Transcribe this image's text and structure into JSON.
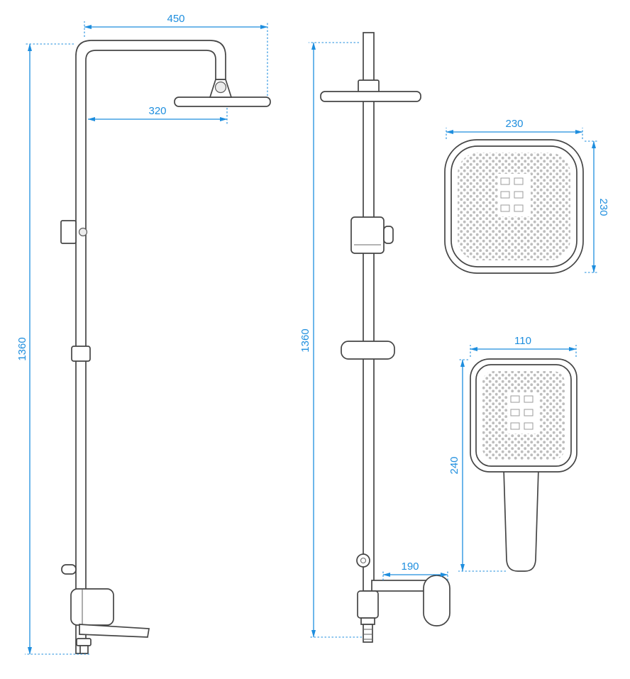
{
  "palette": {
    "dimension_blue": "#1e8ede",
    "outline_gray": "#454545",
    "nozzle_dot_gray": "#bdbdbd",
    "background": "#ffffff"
  },
  "dims": {
    "side_view": {
      "arm_reach": "450",
      "head_offset": "320",
      "column_height": "1360"
    },
    "front_view": {
      "column_height": "1360",
      "spout_reach": "190"
    },
    "head_top_view": {
      "width": "230",
      "depth": "230"
    },
    "hand_shower_view": {
      "face_width": "110",
      "length": "240"
    }
  }
}
